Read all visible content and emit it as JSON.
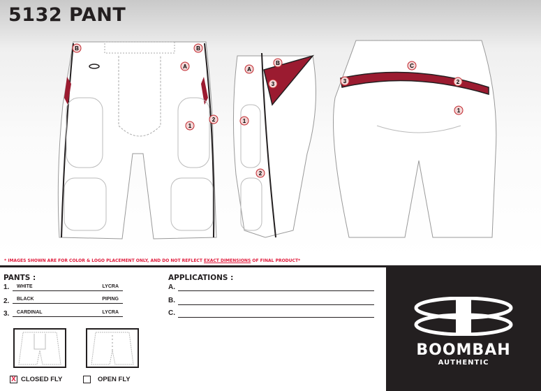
{
  "header": {
    "title": "5132 PANT"
  },
  "callouts": {
    "front": [
      "B",
      "B",
      "A",
      "2",
      "1"
    ],
    "side": [
      "A",
      "B",
      "3",
      "1",
      "2"
    ],
    "back": [
      "C",
      "3",
      "2",
      "1"
    ]
  },
  "disclaimer": {
    "before": "* IMAGES SHOWN ARE FOR COLOR & LOGO PLACEMENT ONLY, AND DO NOT REFLECT ",
    "emphasis": "EXACT DIMENSIONS",
    "after": " OF FINAL PRODUCT*"
  },
  "pants": {
    "heading": "PANTS :",
    "items": [
      {
        "num": "1.",
        "color": "WHITE",
        "material": "LYCRA"
      },
      {
        "num": "2.",
        "color": "BLACK",
        "material": "PIPING"
      },
      {
        "num": "3.",
        "color": "CARDINAL",
        "material": "LYCRA"
      }
    ]
  },
  "applications": {
    "heading": "APPLICATIONS :",
    "items": [
      {
        "label": "A.",
        "value": ""
      },
      {
        "label": "B.",
        "value": ""
      },
      {
        "label": "C.",
        "value": ""
      }
    ]
  },
  "fly": {
    "closed": {
      "label": "CLOSED FLY",
      "checked_mark": "X"
    },
    "open": {
      "label": "OPEN FLY"
    }
  },
  "brand": {
    "name": "BOOMBAH",
    "tagline": "AUTHENTIC"
  },
  "colors": {
    "cardinal": "#9b1b30",
    "black": "#231f20",
    "accent_red": "#e0193a"
  }
}
